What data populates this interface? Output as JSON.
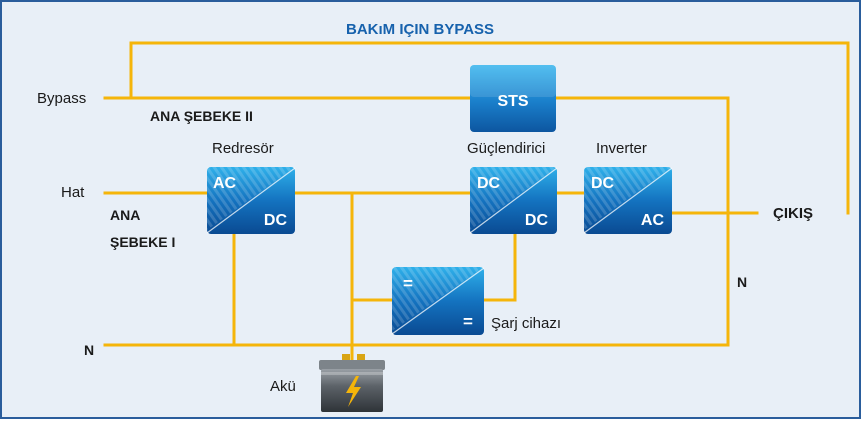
{
  "colors": {
    "background": "#e8eff7",
    "border": "#2a5d9c",
    "wire": "#f5b50a",
    "block_top": "#29a6e4",
    "block_bottom": "#0b4f98",
    "title_text": "#1762ad",
    "text": "#1a1a1a"
  },
  "diagram": {
    "title": "BAKıM IÇIN BYPASS",
    "labels": {
      "bypass_input": "Bypass",
      "mains_2": "ANA ŞEBEKE II",
      "hat_input": "Hat",
      "mains_1_line1": "ANA",
      "mains_1_line2": "ŞEBEKE I",
      "neutral_left": "N",
      "neutral_right": "N",
      "output": "ÇIKIŞ",
      "battery": "Akü",
      "rectifier_caption": "Redresör",
      "booster_caption": "Güçlendirici",
      "inverter_caption": "Inverter",
      "charger_caption": "Şarj cihazı"
    },
    "blocks": {
      "sts": {
        "text": "STS"
      },
      "rectifier": {
        "top": "AC",
        "bottom": "DC"
      },
      "booster": {
        "top": "DC",
        "bottom": "DC"
      },
      "inverter": {
        "top": "DC",
        "bottom": "AC"
      },
      "charger": {
        "top": "=",
        "bottom": "="
      }
    }
  }
}
